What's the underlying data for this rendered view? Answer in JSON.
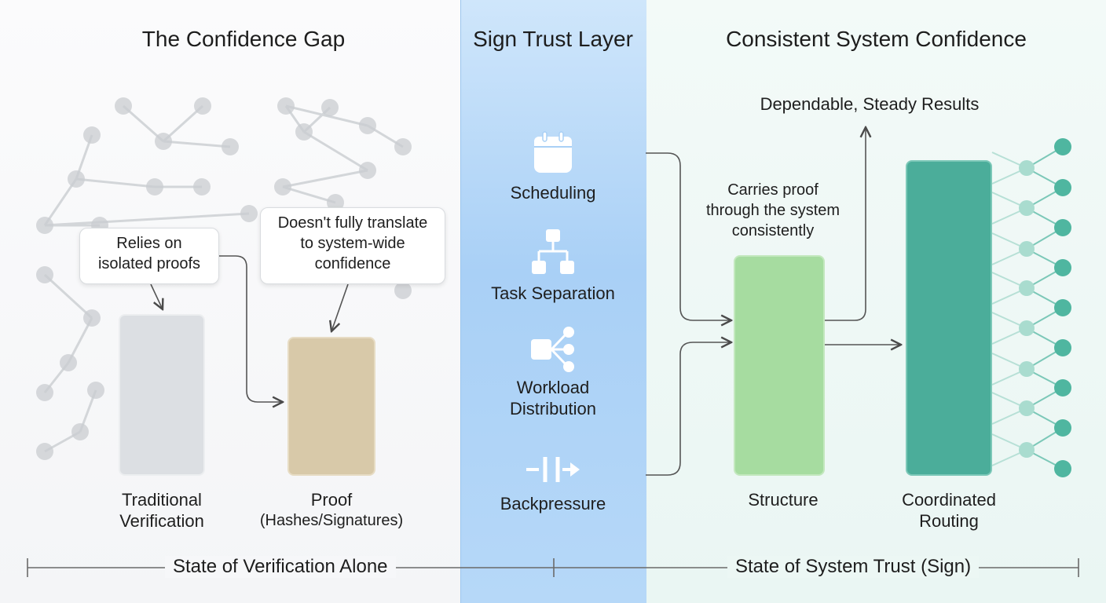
{
  "sections": {
    "left_title": "The Confidence Gap",
    "middle_title": "Sign Trust Layer",
    "right_title": "Consistent System Confidence"
  },
  "left": {
    "callout_1": [
      "Relies on",
      "isolated proofs"
    ],
    "callout_2": [
      "Doesn't fully translate",
      "to system-wide",
      "confidence"
    ],
    "bar_1_label": [
      "Traditional",
      "Verification"
    ],
    "bar_2_label": [
      "Proof",
      "(Hashes/Signatures)"
    ]
  },
  "middle": {
    "items": [
      {
        "label": [
          "Scheduling"
        ],
        "icon": "calendar-icon"
      },
      {
        "label": [
          "Task Separation"
        ],
        "icon": "hierarchy-icon"
      },
      {
        "label": [
          "Workload",
          "Distribution"
        ],
        "icon": "distribution-icon"
      },
      {
        "label": [
          "Backpressure"
        ],
        "icon": "valve-icon"
      }
    ]
  },
  "right": {
    "top_result": "Dependable, Steady Results",
    "annotation": [
      "Carries proof",
      "through the system",
      "consistently"
    ],
    "bar_1_label": [
      "Structure"
    ],
    "bar_2_label": [
      "Coordinated",
      "Routing"
    ]
  },
  "footer": {
    "left": "State of Verification Alone",
    "right": "State of System Trust (Sign)"
  },
  "colors": {
    "traditional_bar": "#dcdfe3",
    "proof_bar": "#d8c9a9",
    "structure_bar": "#a6dca0",
    "routing_bar": "#4bad9a",
    "middle_band": "#a9d0f6",
    "network_gray": "#c4c7cb",
    "network_teal": "#4fb6a0"
  }
}
